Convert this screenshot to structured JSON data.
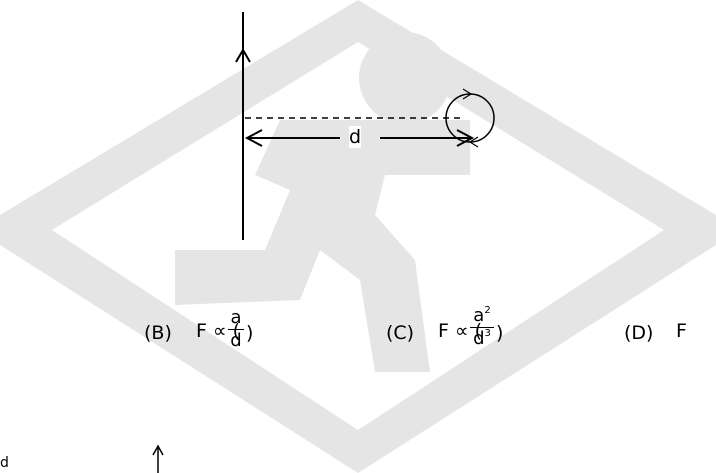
{
  "figure": {
    "distance_label": "d"
  },
  "options": [
    {
      "label": "(B)",
      "prefix": "F ∝ (",
      "numerator": "a",
      "denominator": "d",
      "suffix": ")"
    },
    {
      "label": "(C)",
      "prefix": "F ∝ (",
      "numerator": "a",
      "numerator_power": "2",
      "denominator": "d",
      "denominator_power": "3",
      "suffix": ")"
    },
    {
      "label": "(D)",
      "prefix": "F"
    }
  ],
  "fragments": {
    "bottom_left_letter": "d"
  },
  "watermark": {
    "color": "#e5e5e5"
  }
}
